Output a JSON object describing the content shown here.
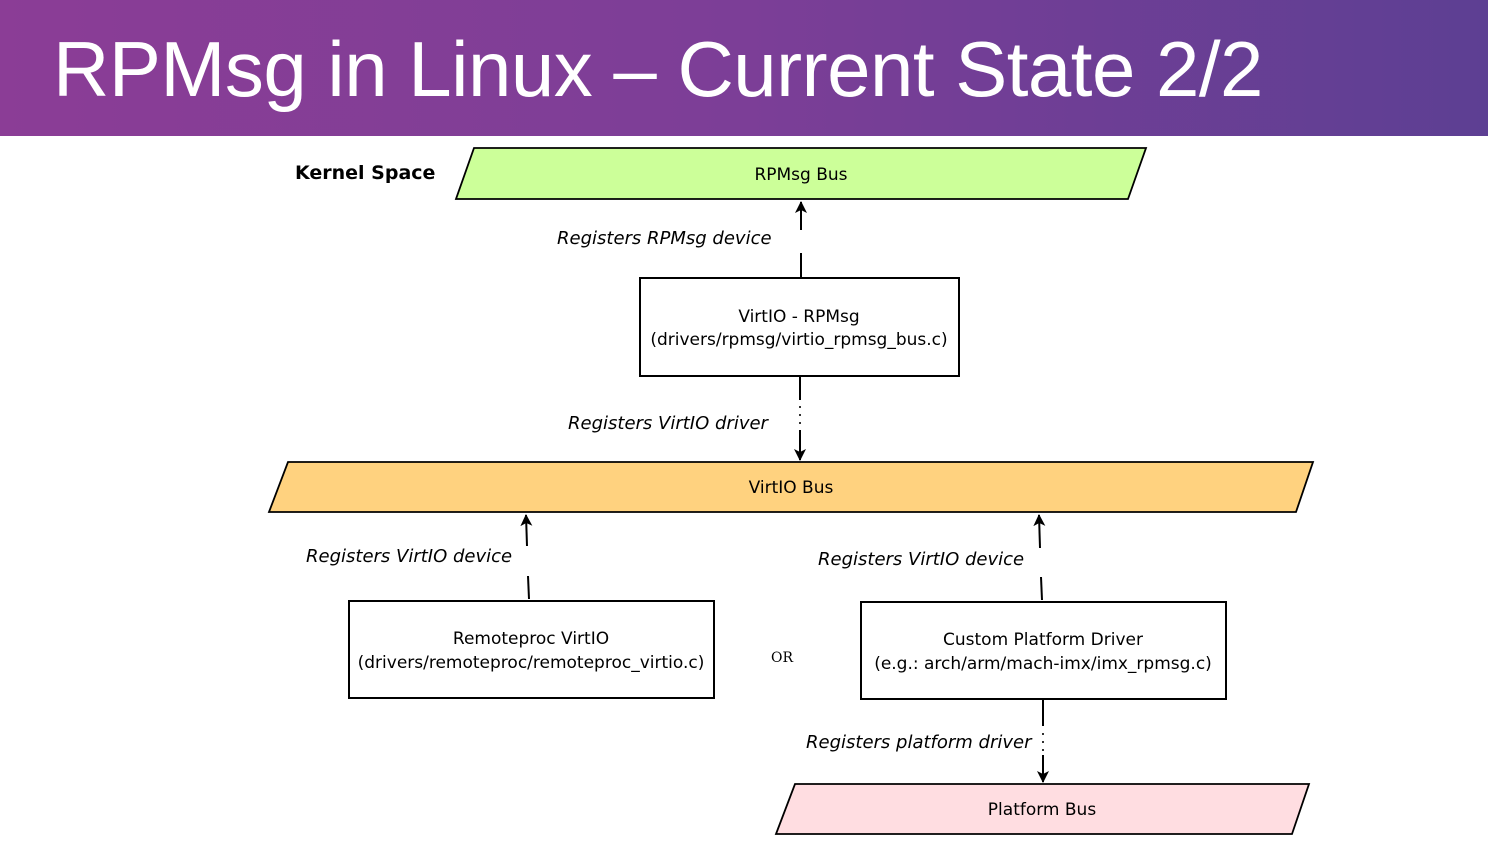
{
  "slide": {
    "title": "RPMsg in Linux – Current State 2/2"
  },
  "diagram": {
    "region_label": "Kernel Space",
    "nodes": {
      "rpmsg_bus": {
        "label": "RPMsg Bus",
        "color": "#ccff99"
      },
      "virtio_rpmsg": {
        "line1": "VirtIO - RPMsg",
        "line2": "(drivers/rpmsg/virtio_rpmsg_bus.c)"
      },
      "virtio_bus": {
        "label": "VirtIO Bus",
        "color": "#ffd27f"
      },
      "remoteproc_virtio": {
        "line1": "Remoteproc VirtIO",
        "line2": "(drivers/remoteproc/remoteproc_virtio.c)"
      },
      "custom_platform_driver": {
        "line1": "Custom Platform Driver",
        "line2": "(e.g.: arch/arm/mach-imx/imx_rpmsg.c)"
      },
      "platform_bus": {
        "label": "Platform Bus",
        "color": "#ffdde1"
      }
    },
    "edges": {
      "registers_rpmsg_device": "Registers RPMsg device",
      "registers_virtio_driver": "Registers VirtIO driver",
      "registers_virtio_device_left": "Registers VirtIO device",
      "registers_virtio_device_right": "Registers VirtIO device",
      "registers_platform_driver": "Registers platform driver"
    },
    "or_label": "OR"
  }
}
